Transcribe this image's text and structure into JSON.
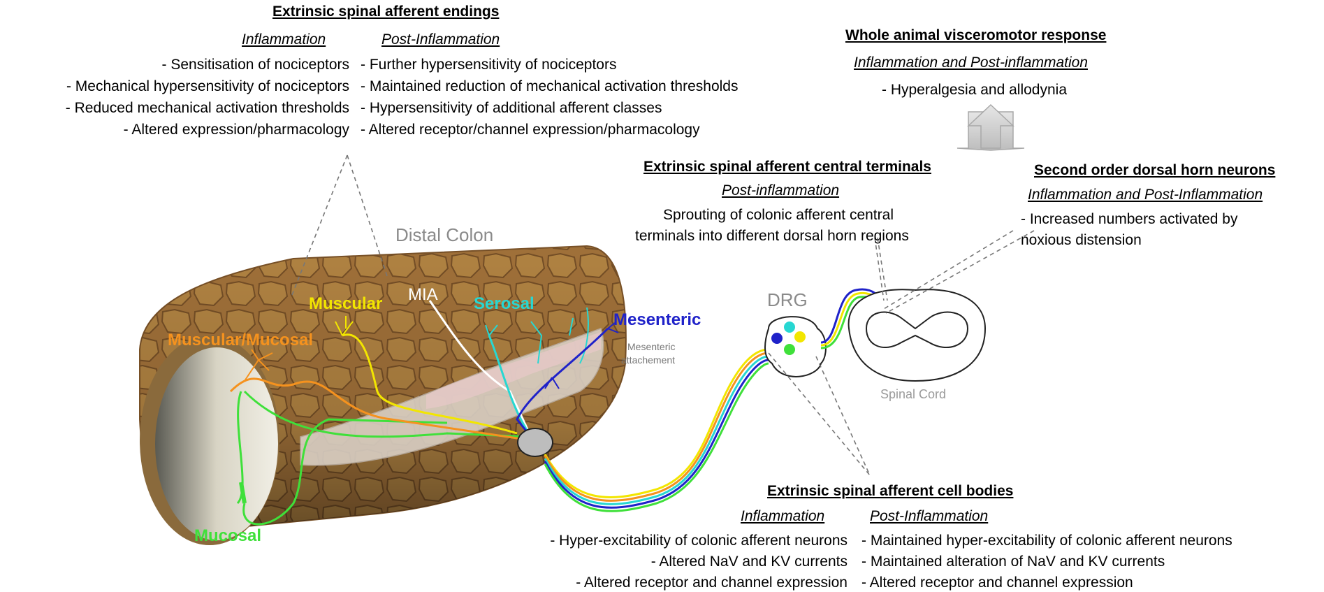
{
  "top_left": {
    "title": "Extrinsic spinal afferent endings",
    "col_inflammation": "Inflammation",
    "col_post": "Post-Inflammation",
    "inflammation_items": [
      "- Sensitisation of nociceptors",
      "- Mechanical hypersensitivity of nociceptors",
      "- Reduced mechanical activation thresholds",
      "- Altered expression/pharmacology"
    ],
    "post_items": [
      "- Further hypersensitivity of nociceptors",
      "- Maintained reduction of mechanical activation thresholds",
      "- Hypersensitivity of additional afferent classes",
      "- Altered receptor/channel expression/pharmacology"
    ]
  },
  "top_right": {
    "title": "Whole animal visceromotor response",
    "subtitle": "Inflammation and Post-inflammation",
    "item": "- Hyperalgesia and allodynia"
  },
  "central_terminals": {
    "title": "Extrinsic spinal afferent central terminals",
    "subtitle": "Post-inflammation",
    "line1": "Sprouting of colonic afferent central",
    "line2": "terminals into different dorsal horn regions"
  },
  "dorsal_horn": {
    "title": "Second order dorsal horn neurons",
    "subtitle": "Inflammation and Post-Inflammation",
    "line1": "- Increased numbers activated by",
    "line2": "noxious distension"
  },
  "cell_bodies": {
    "title": "Extrinsic spinal afferent cell bodies",
    "col_inflammation": "Inflammation",
    "col_post": "Post-Inflammation",
    "inflammation_items": [
      "- Hyper-excitability of colonic afferent neurons",
      "- Altered NaV and KV currents",
      "- Altered receptor and channel expression"
    ],
    "post_items": [
      "- Maintained hyper-excitability of colonic afferent neurons",
      "- Maintained alteration of NaV and KV currents",
      "- Altered receptor and channel expression"
    ]
  },
  "diagram_labels": {
    "distal_colon": "Distal Colon",
    "muscular": "Muscular",
    "mia": "MIA",
    "serosal": "Serosal",
    "mesenteric": "Mesenteric",
    "mesenteric_attachment_1": "Mesenteric",
    "mesenteric_attachment_2": "attachement",
    "muscular_mucosal": "Muscular/Mucosal",
    "mucosal": "Mucosal",
    "drg": "DRG",
    "spinal_cord": "Spinal Cord"
  },
  "colors": {
    "muscular": "#f2e600",
    "muscular_mucosal": "#f5921e",
    "serosal": "#27d7d2",
    "mesenteric": "#1f22c9",
    "mucosal": "#3fe03a",
    "colon_brown": "#9a6a34",
    "arrow_gray": "#cfcfcf"
  }
}
